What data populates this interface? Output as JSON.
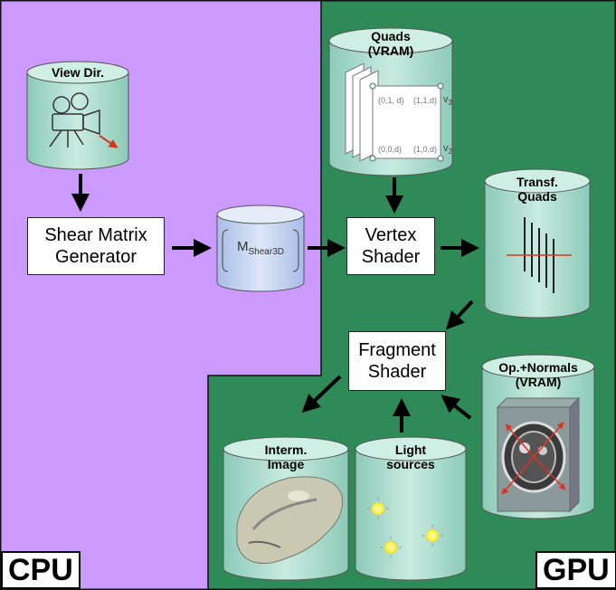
{
  "regions": {
    "cpu_label": "CPU",
    "gpu_label": "GPU",
    "cpu_color": "#cc99ff",
    "gpu_color": "#2e8b57"
  },
  "nodes": {
    "view_dir": "View Dir.",
    "shear_matrix_line1": "Shear Matrix",
    "shear_matrix_line2": "Generator",
    "m_shear_main": "M",
    "m_shear_sub": "Shear3D",
    "quads_line1": "Quads",
    "quads_line2": "(VRAM)",
    "vertex_line1": "Vertex",
    "vertex_line2": "Shader",
    "transf_line1": "Transf.",
    "transf_line2": "Quads",
    "fragment_line1": "Fragment",
    "fragment_line2": "Shader",
    "opnormals_line1": "Op.+Normals",
    "opnormals_line2": "(VRAM)",
    "interm_line1": "Interm.",
    "interm_line2": "Image",
    "light_line1": "Light",
    "light_line2": "sources"
  },
  "quad_labels": {
    "v3": "v",
    "v3_sub": "3",
    "v2": "v",
    "v2_sub": "2",
    "c010": "(0,1, d)",
    "c110": "(1,1,d)",
    "c000": "(0,0,d)",
    "c100": "(1,0,d)"
  },
  "colors": {
    "cylinder_fill": "#a8d8c8",
    "cylinder_fill_light": "#c6e8dc",
    "cyl_m_fill": "#c4d4ef",
    "arrow": "#000000",
    "red_arrow": "#e03020",
    "sun": "#ffff33"
  }
}
